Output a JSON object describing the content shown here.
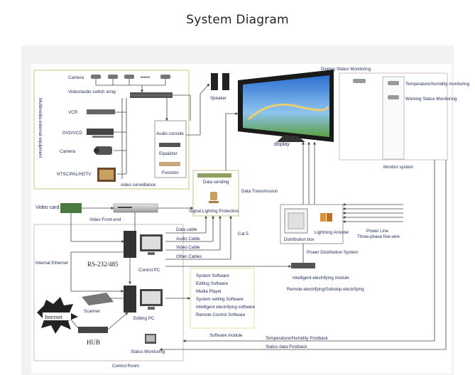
{
  "title": "System Diagram",
  "labels": {
    "camera_top": "Camera",
    "switch_array": "Video/audio switch array",
    "multimedia": "Multimedia external equipment",
    "vcr": "VCR",
    "dvd": "DVD/VCD",
    "camera_left": "Camera",
    "ntsc": "NTSC/PAL/HDTV",
    "video_surveillance": "video surveillance",
    "audio_console": "Audio console",
    "equalizer": "Equalizer",
    "function": "Function",
    "speaker": "Speaker",
    "display": "display",
    "display_status": "Display Status Monitoring",
    "temp_humidity": "Temperature/humidity monitoring",
    "working_status": "Working Status Monitoring",
    "monitor_system": "Monitor system",
    "data_sending": "Data sending",
    "data_transmission": "Data Transmission",
    "signal_lighting": "Signal Lighting Protection",
    "video_card": "Video card",
    "video_frontend": "Video Front-end",
    "data_cable": "Data cable",
    "audio_cable": "Audio Cable",
    "video_cable": "Video Cable",
    "other_cables": "Other Cables",
    "cat5": "Cat 5",
    "lightning_arrester": "Lightning Arrester",
    "distribution_box": "Distribution box",
    "power_line": "Power Line",
    "three_phase": "Three-phase five-wire",
    "power_distribution": "Power Distribution System",
    "intelligent_module": "Intelligent electrifying module",
    "remote_electrifying": "Remote electrifying/Substep electrifying",
    "internal_ethernet": "Internal Ethernet",
    "rs232": "RS-232/485",
    "control_pc": "Control PC",
    "scanner": "Scanner",
    "internet": "Internet",
    "hub": "HUB",
    "editing_pc": "Editing PC",
    "status_monitoring": "Status Monitoring",
    "control_room": "Control Room",
    "software_module": "Software module",
    "temp_postback": "Temperature/Humidity Postback",
    "status_postback": "Status data Postback"
  },
  "software_items": [
    "System Software",
    "Editing Software",
    "Media Player",
    "System setting Software",
    "Intelligent electrifying software",
    "Remote Control Software"
  ],
  "colors": {
    "group_border": "#d9d9a8",
    "line": "#555555",
    "label": "#1e2a55"
  }
}
